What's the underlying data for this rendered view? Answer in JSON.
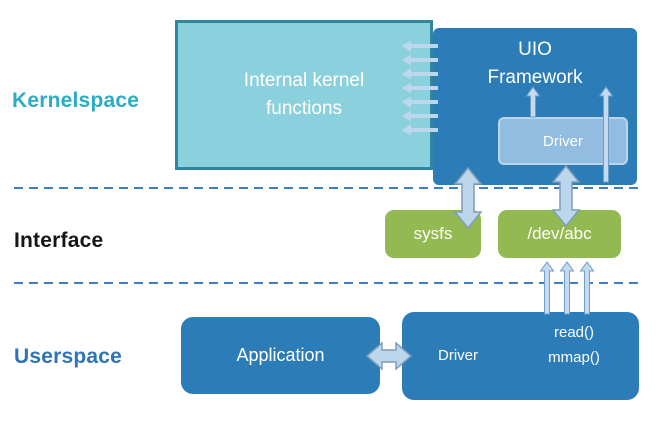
{
  "zones": {
    "kernelspace": "Kernelspace",
    "interface": "Interface",
    "userspace": "Userspace"
  },
  "boxes": {
    "internal_kernel_functions": "Internal kernel functions",
    "uio_framework": "UIO Framework",
    "kernel_driver": "Driver",
    "sysfs": "sysfs",
    "dev_abc": "/dev/abc",
    "application": "Application",
    "userspace_driver": "Driver"
  },
  "syscalls": {
    "read": "read()",
    "mmap": "mmap()"
  },
  "colors": {
    "box_blue": "#2C7CB8",
    "box_cyan_fill": "#8BD0DD",
    "box_cyan_border": "#31859C",
    "box_light_blue": "#92BCE0",
    "box_green": "#92B952",
    "thick_arrow_fill": "#BCD6EC",
    "thick_arrow_outline": "#7F9DB9",
    "thin_arrow_fill": "#C5DAEE",
    "thin_arrow_outline": "#6D9DC9",
    "left_arrows": "#BDD7EE",
    "dashed_divider": "#3E7DC7",
    "label_kernelspace": "#2CABC4",
    "label_interface": "#161616",
    "label_userspace": "#2F74B5"
  }
}
